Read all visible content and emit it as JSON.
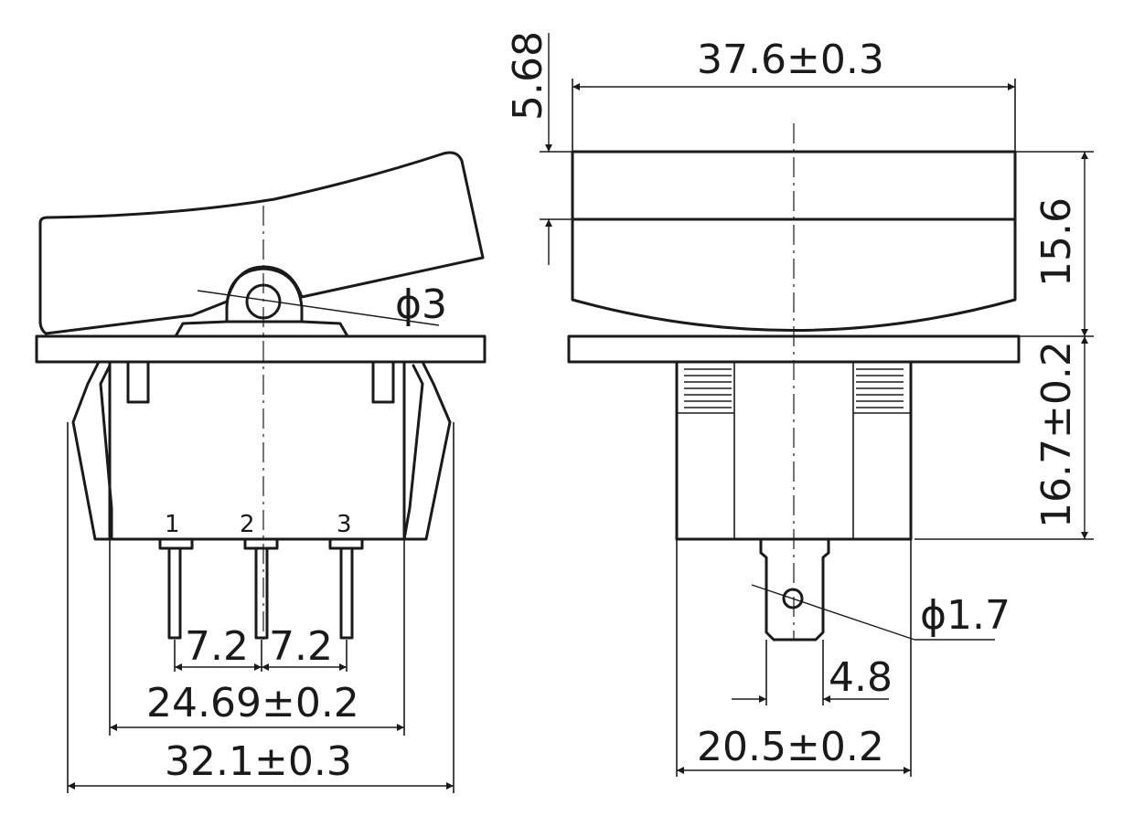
{
  "dimensions": {
    "diameter_hole": "ϕ3",
    "pitch_left": "7.2",
    "pitch_right": "7.2",
    "inner_width": "24.69±0.2",
    "outer_width": "32.1±0.3",
    "total_length": "37.6±0.3",
    "cap_step": "5.68",
    "cap_height": "15.6",
    "body_height": "16.7±0.2",
    "terminal_hole": "ϕ1.7",
    "terminal_width": "4.8",
    "body_width": "20.5±0.2"
  },
  "pins": [
    "1",
    "2",
    "3"
  ],
  "colors": {
    "line": "#1a1a1a",
    "background": "#ffffff"
  }
}
